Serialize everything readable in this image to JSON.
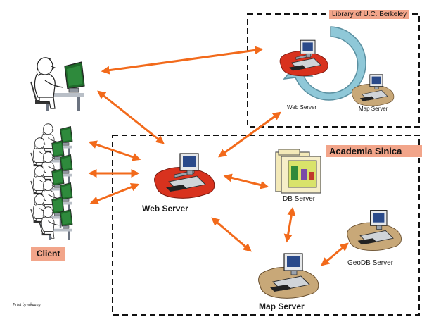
{
  "regions": {
    "berkeley": {
      "title": "Library of U.C. Berkeley"
    },
    "sinica": {
      "title": "Academia Sinica"
    }
  },
  "nodes": {
    "client": "Client",
    "main_web_server": "Web Server",
    "berkeley_web_server": "Web Server",
    "berkeley_map_server": "Map Server",
    "db_server": "DB Server",
    "map_server": "Map Server",
    "geodb_server": "GeoDB Server"
  },
  "credit": "Print by wkuang",
  "colors": {
    "arrow": "#f26a1b",
    "tag": "#f2a58a",
    "server_red": "#d8321e",
    "server_tan": "#c8a878",
    "screen": "#1f6a2a",
    "sync": "#8fc8d8"
  },
  "icons": [
    "person-at-computer-icon",
    "server-workstation-icon",
    "database-icon",
    "sync-cycle-icon"
  ]
}
